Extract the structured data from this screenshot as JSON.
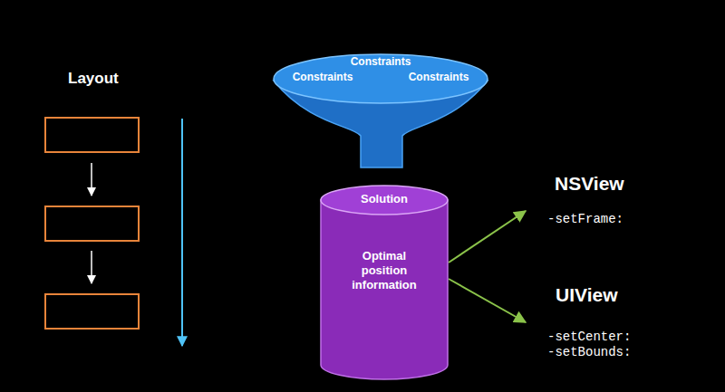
{
  "diagram": {
    "title": "Layout",
    "nodes": [
      {
        "text": [
          "Constraints",
          "Constraints",
          "Constraints"
        ]
      },
      {
        "text": [
          "Solution",
          "Optimal position information"
        ]
      }
    ],
    "labels": [
      "NSView",
      "-setFrame:",
      "UIView",
      "-setCenter: -setBounds:"
    ]
  }
}
